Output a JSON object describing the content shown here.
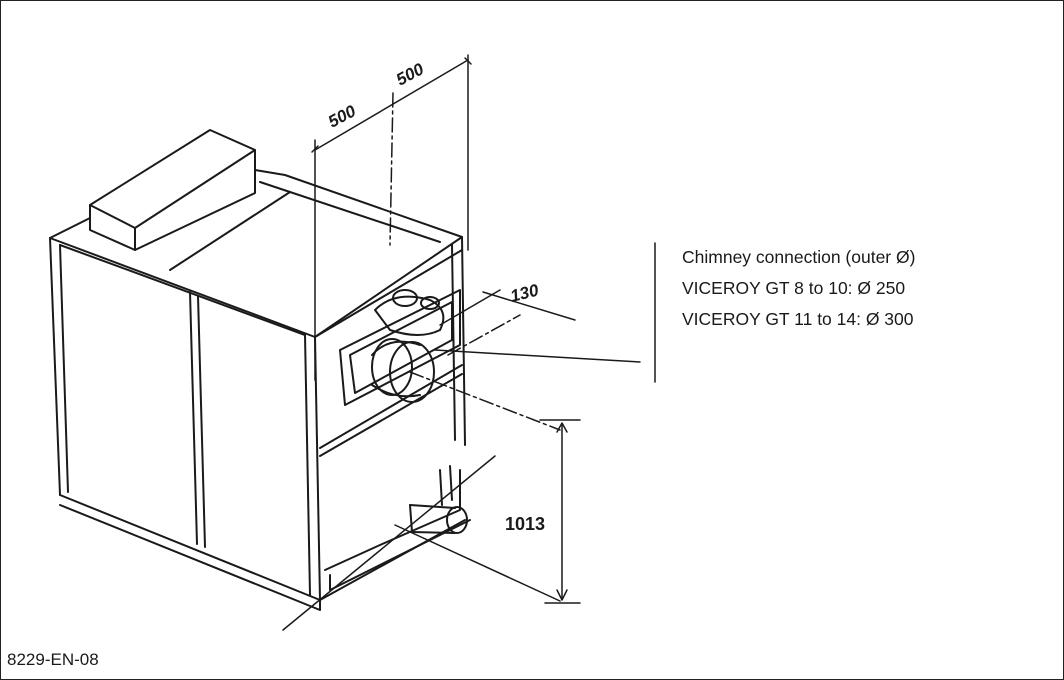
{
  "figure": {
    "code": "8229-EN-08"
  },
  "legend": {
    "heading": "Chimney connection (outer Ø)",
    "line1": "VICEROY GT 8 to 10: Ø 250",
    "line2": "VICEROY GT 11 to 14: Ø 300"
  },
  "dimensions": {
    "width_left": "500",
    "width_right": "500",
    "depth_offset": "130",
    "height": "1013"
  },
  "colors": {
    "line": "#1a1a1a",
    "background": "#ffffff"
  }
}
